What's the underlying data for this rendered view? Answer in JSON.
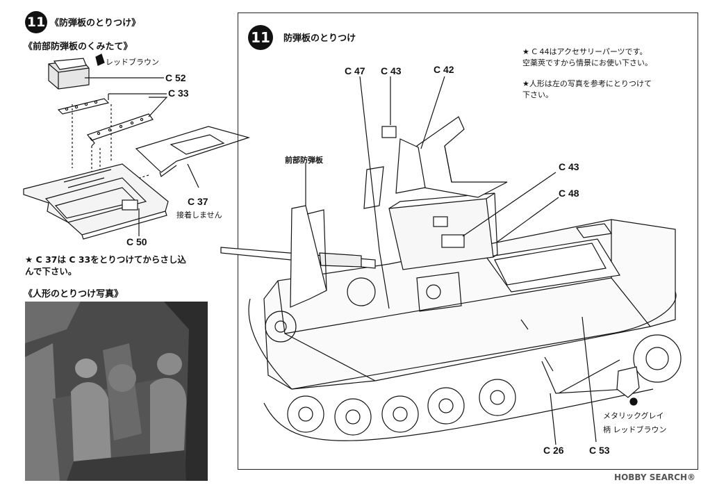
{
  "left_panel": {
    "step_number": "11",
    "step_title": "《防弾板のとりつけ》",
    "sub_title": "《前部防弾板のくみたて》",
    "paint_note": "レッドブラウン",
    "parts": {
      "c52": "C 52",
      "c33": "C 33",
      "c37": "C 37",
      "c37_note": "接着しません",
      "c50": "C 50"
    },
    "instruction_line1": "★ C 37は C 33をとりつけてからさし込",
    "instruction_line2": "んで下さい。",
    "photo_title": "《人形のとりつけ写真》"
  },
  "right_panel": {
    "step_number": "11",
    "step_title": "防弾板のとりつけ",
    "note1_line1": "★ C 44はアクセサリーパーツです。",
    "note1_line2": "空薬莢ですから情景にお使い下さい。",
    "note2_line1": "★人形は左の写真を参考にとりつけて",
    "note2_line2": "下さい。",
    "front_plate_label": "前部防弾板",
    "parts": {
      "c47": "C 47",
      "c43_top": "C 43",
      "c42": "C 42",
      "c43_right": "C 43",
      "c48": "C 48",
      "c26": "C 26",
      "c53": "C 53"
    },
    "paint_metallic": "メタリックグレイ",
    "paint_handle": "柄 レッドブラウン"
  },
  "watermark": {
    "brand": "HOBBY SEARCH",
    "symbol": "®"
  }
}
